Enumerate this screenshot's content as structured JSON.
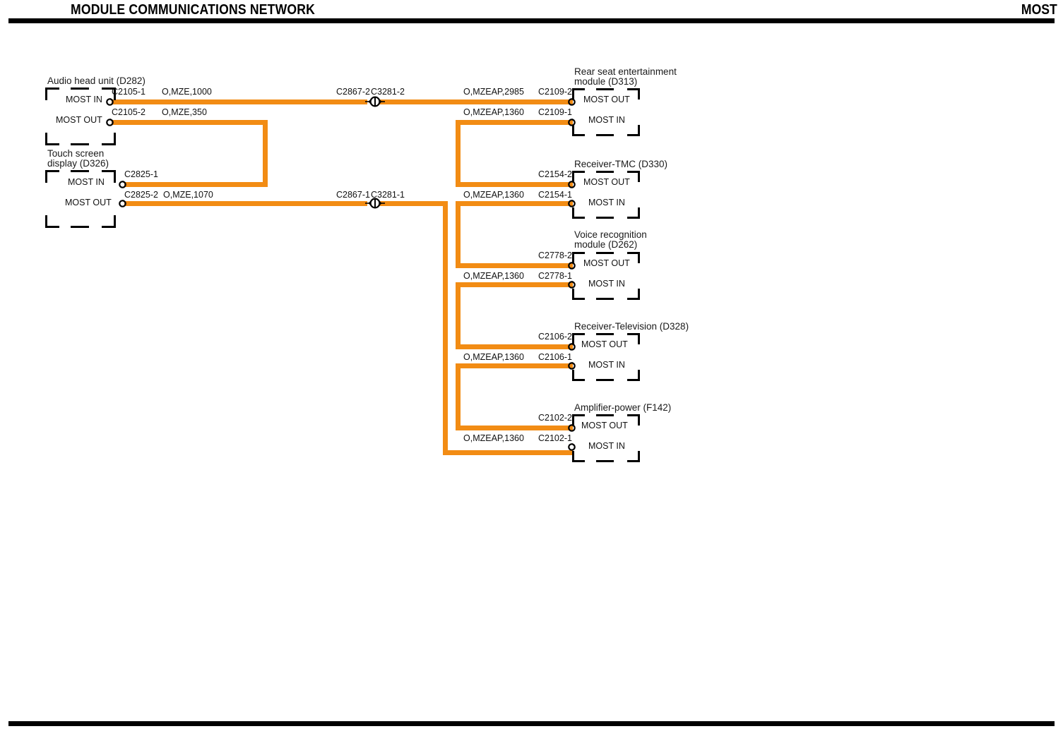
{
  "header": {
    "title": "MODULE COMMUNICATIONS NETWORK",
    "right_label": "MOST"
  },
  "colors": {
    "wire_orange": "#F28C14",
    "rule_black": "#000000",
    "text": "#111111"
  },
  "diagram": {
    "type": "wiring-schematic",
    "network": "MOST",
    "modules": [
      {
        "id": "D282",
        "name": "Audio head unit (D282)",
        "side": "left",
        "ports": [
          {
            "label": "MOST IN",
            "connector": "C2105-1",
            "wire": "O,MZE,1000"
          },
          {
            "label": "MOST OUT",
            "connector": "C2105-2",
            "wire": "O,MZE,350"
          }
        ]
      },
      {
        "id": "D326",
        "name": "Touch screen\ndisplay (D326)",
        "name_line1": "Touch screen",
        "name_line2": "display (D326)",
        "side": "left",
        "ports": [
          {
            "label": "MOST IN",
            "connector": "C2825-1",
            "wire": ""
          },
          {
            "label": "MOST OUT",
            "connector": "C2825-2",
            "wire": "O,MZE,1070"
          }
        ]
      },
      {
        "id": "D313",
        "name": "Rear seat entertainment\nmodule (D313)",
        "name_line1": "Rear seat entertainment",
        "name_line2": "module (D313)",
        "side": "right",
        "ports": [
          {
            "label": "MOST OUT",
            "connector": "C2109-2",
            "wire": "O,MZEAP,2985"
          },
          {
            "label": "MOST IN",
            "connector": "C2109-1",
            "wire": "O,MZEAP,1360"
          }
        ]
      },
      {
        "id": "D330",
        "name": "Receiver-TMC (D330)",
        "name_line1": "Receiver-TMC (D330)",
        "name_line2": "",
        "side": "right",
        "ports": [
          {
            "label": "MOST OUT",
            "connector": "C2154-2",
            "wire": ""
          },
          {
            "label": "MOST IN",
            "connector": "C2154-1",
            "wire": "O,MZEAP,1360"
          }
        ]
      },
      {
        "id": "D262",
        "name": "Voice recognition\nmodule (D262)",
        "name_line1": "Voice recognition",
        "name_line2": "module (D262)",
        "side": "right",
        "ports": [
          {
            "label": "MOST OUT",
            "connector": "C2778-2",
            "wire": ""
          },
          {
            "label": "MOST IN",
            "connector": "C2778-1",
            "wire": "O,MZEAP,1360"
          }
        ]
      },
      {
        "id": "D328",
        "name": "Receiver-Television (D328)",
        "name_line1": "Receiver-Television (D328)",
        "name_line2": "",
        "side": "right",
        "ports": [
          {
            "label": "MOST OUT",
            "connector": "C2106-2",
            "wire": ""
          },
          {
            "label": "MOST IN",
            "connector": "C2106-1",
            "wire": "O,MZEAP,1360"
          }
        ]
      },
      {
        "id": "F142",
        "name": "Amplifier-power (F142)",
        "name_line1": "Amplifier-power (F142)",
        "name_line2": "",
        "side": "right",
        "ports": [
          {
            "label": "MOST OUT",
            "connector": "C2102-2",
            "wire": ""
          },
          {
            "label": "MOST IN",
            "connector": "C2102-1",
            "wire": "O,MZEAP,1360"
          }
        ]
      }
    ],
    "splices": [
      {
        "id": "splice-upper",
        "left_connector": "C2867-2",
        "right_connector": "C3281-2"
      },
      {
        "id": "splice-lower",
        "left_connector": "C2867-1",
        "right_connector": "C3281-1"
      }
    ],
    "wire_labels": [
      "O,MZE,1000",
      "O,MZE,350",
      "O,MZE,1070",
      "O,MZEAP,2985",
      "O,MZEAP,1360"
    ]
  }
}
